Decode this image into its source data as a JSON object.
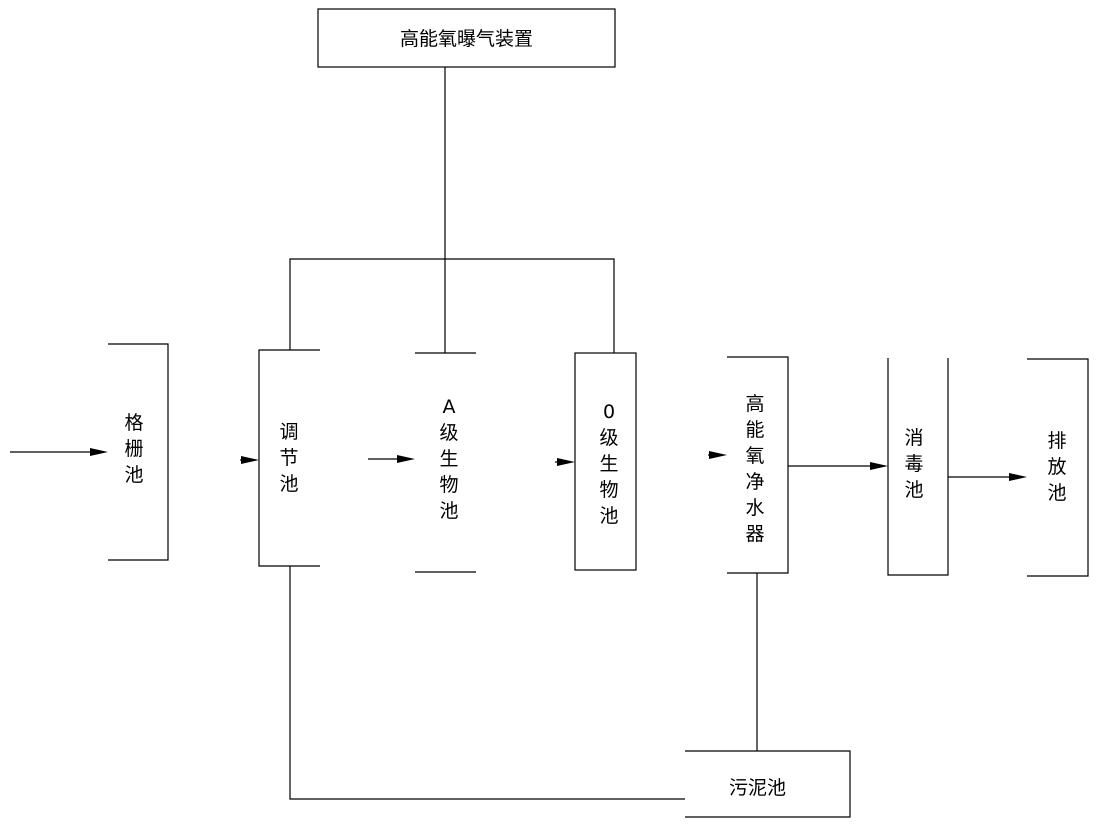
{
  "nodes": {
    "aeration": "高能氧曝气装置",
    "grille": "格栅池",
    "regulating": "调节池",
    "a_bio": "A级生物池",
    "o_bio": "0级生物池",
    "purifier": "高能氧净水器",
    "disinfection": "消毒池",
    "discharge": "排放池",
    "sludge": "污泥池"
  }
}
